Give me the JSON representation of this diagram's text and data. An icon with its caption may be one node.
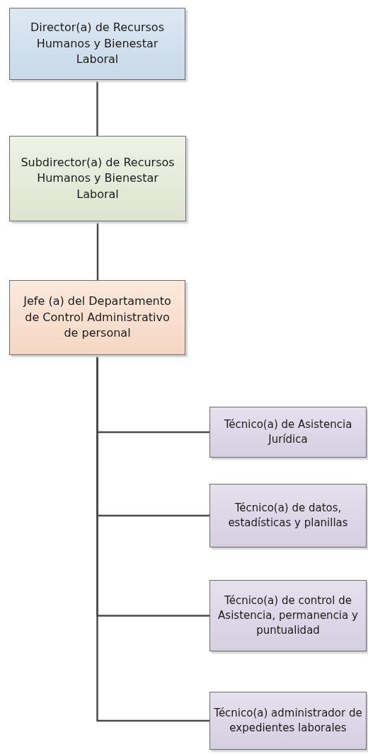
{
  "diagram": {
    "nodes": [
      {
        "text": [
          "Director(a) de Recursos Humanos y Bienestar Laboral"
        ]
      },
      {
        "text": [
          "Subdirector(a) de Recursos Humanos y Bienestar Laboral"
        ]
      },
      {
        "text": [
          "Jefe (a) del Departamento de Control Administrativo de personal"
        ]
      },
      {
        "text": [
          "Técnico(a) de Asistencia Jurídica"
        ]
      },
      {
        "text": [
          "Técnico(a) de datos, estadísticas y planillas"
        ]
      },
      {
        "text": [
          "Técnico(a) de control de Asistencia, permanencia y puntualidad"
        ]
      },
      {
        "text": [
          "Técnico(a) administrador de expedientes laborales"
        ]
      }
    ],
    "edges": [
      {
        "from": 0,
        "to": 1,
        "arrow": "none"
      },
      {
        "from": 1,
        "to": 2,
        "arrow": "none"
      },
      {
        "from": 2,
        "to": 3,
        "arrow": "none"
      },
      {
        "from": 2,
        "to": 4,
        "arrow": "none"
      },
      {
        "from": 2,
        "to": 5,
        "arrow": "none"
      },
      {
        "from": 2,
        "to": 6,
        "arrow": "none"
      }
    ]
  }
}
